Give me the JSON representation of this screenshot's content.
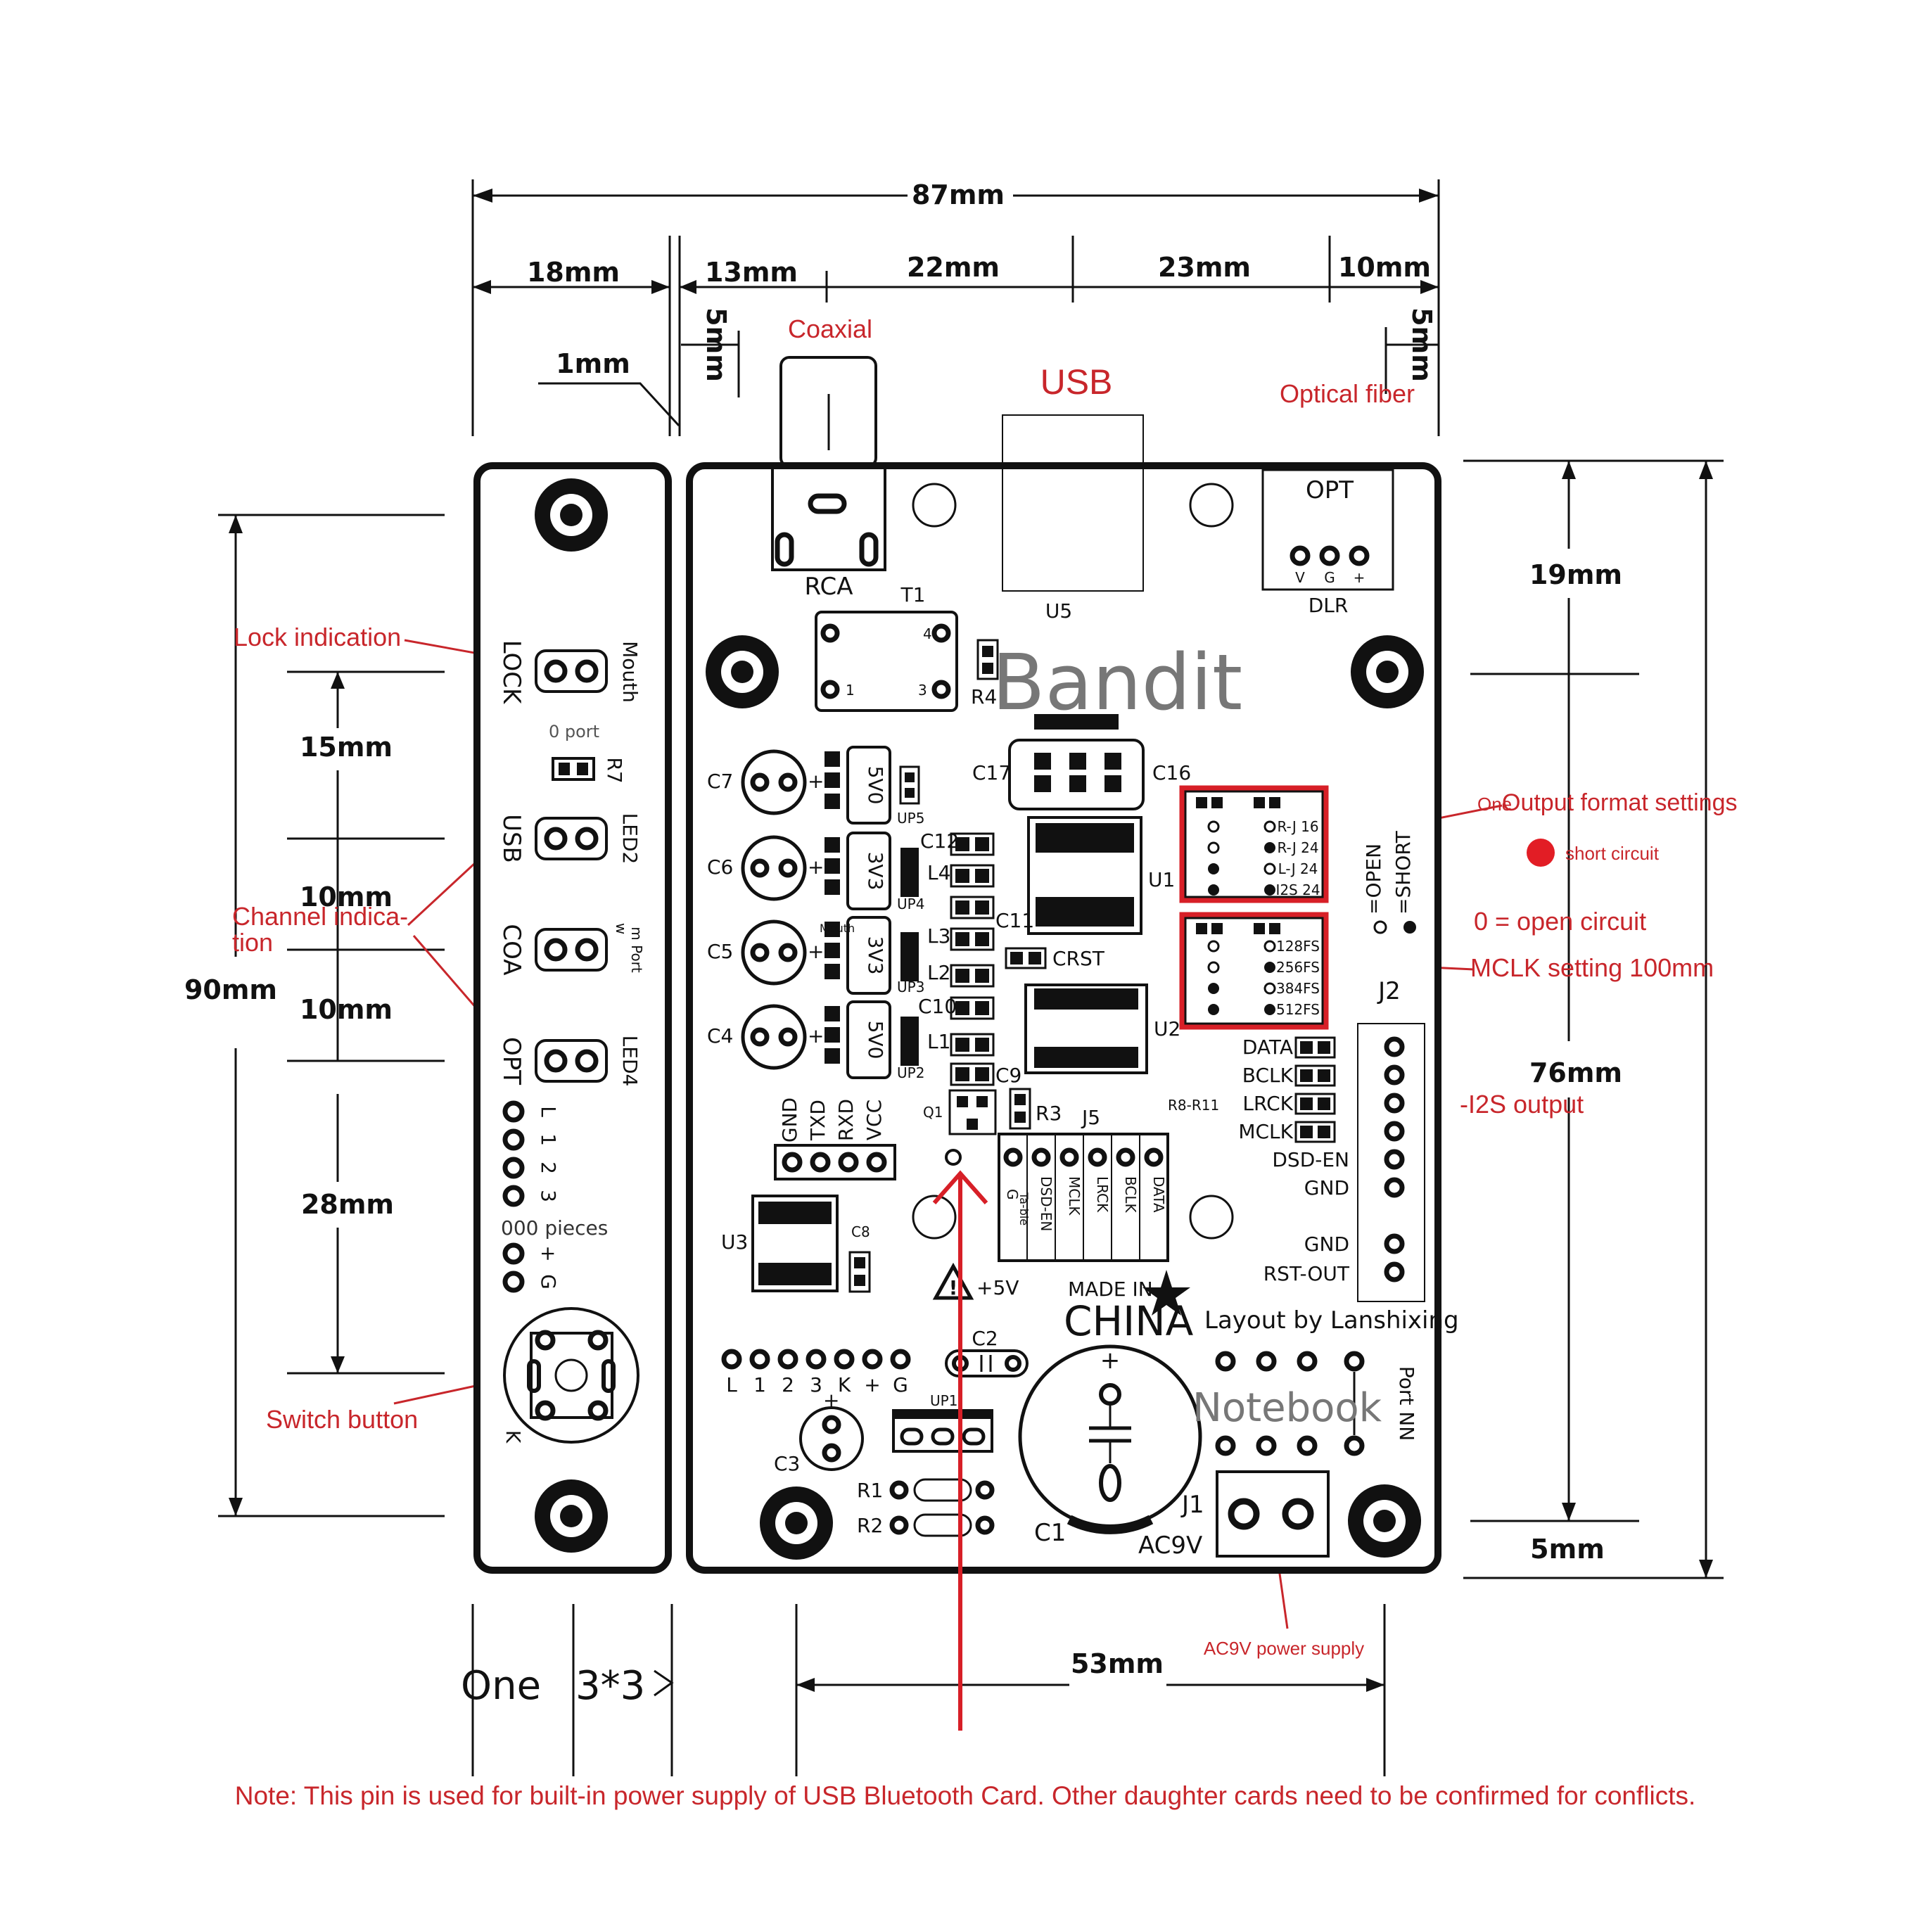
{
  "dimensions": {
    "total_width": "87mm",
    "seg_18": "18mm",
    "seg_13": "13mm",
    "seg_22": "22mm",
    "seg_23": "23mm",
    "seg_10": "10mm",
    "gap_5_left": "5mm",
    "gap_5_right": "5mm",
    "gap_1": "1mm",
    "height_90": "90mm",
    "left_15": "15mm",
    "left_10a": "10mm",
    "left_10b": "10mm",
    "left_28": "28mm",
    "right_19": "19mm",
    "right_76": "76mm",
    "right_5": "5mm",
    "bottom_53": "53mm"
  },
  "annotations": {
    "coaxial": "Coaxial",
    "usb": "USB",
    "optical": "Optical fiber",
    "lock_indication": "Lock indication",
    "channel_indication_1": "Channel indica-",
    "channel_indication_2": "tion",
    "switch_button": "Switch button",
    "output_format_prefix": "One",
    "output_format": "Output format settings",
    "short_circuit": "short circuit",
    "open_circuit": "0 = open circuit",
    "mclk_setting": "MCLK setting 100mm",
    "i2s_output": "-I2S output",
    "ac9v_supply": "AC9V power supply",
    "note": "Note: This pin is used for built-in power supply of USB Bluetooth Card. Other daughter cards need to be confirmed for conflicts."
  },
  "watermarks": {
    "bandit": "Bandit",
    "notebook": "Notebook",
    "one": "One",
    "three_by_three": "3*3"
  },
  "left_board": {
    "lock": "LOCK",
    "mouth": "Mouth",
    "zero_port": "0 port",
    "r7": "R7",
    "usb": "USB",
    "led2": "LED2",
    "coa": "COA",
    "m_port": "m Port",
    "w": "w",
    "opt": "OPT",
    "led4": "LED4",
    "l": "L",
    "one": "1",
    "two": "2",
    "three": "3",
    "pieces": "000 pieces",
    "plus": "+",
    "g": "G",
    "k": "K"
  },
  "main_board": {
    "rca": "RCA",
    "t1": "T1",
    "pin4": "4",
    "pin1": "1",
    "pin3": "3",
    "r4": "R4",
    "u5": "U5",
    "opt": "OPT",
    "v": "V",
    "g": "G",
    "plus": "+",
    "dlr": "DLR",
    "c7": "C7",
    "c6": "C6",
    "c5": "C5",
    "c4": "C4",
    "v5_1": "5V0",
    "v3_1": "3V3",
    "v3_2": "3V3",
    "v5_2": "5V0",
    "up5": "UP5",
    "up4": "UP4",
    "up3": "UP3",
    "up2": "UP2",
    "up1": "UP1",
    "mouth": "Mouth",
    "c17": "C17",
    "c16": "C16",
    "c12": "C12",
    "l4": "L4",
    "c11": "C11",
    "l3": "L3",
    "l2": "L2",
    "c10": "C10",
    "l1": "L1",
    "c9": "C9",
    "crst": "CRST",
    "u1": "U1",
    "u2": "U2",
    "q1": "Q1",
    "r3": "R3",
    "j5": "J5",
    "gnd": "GND",
    "txd": "TXD",
    "rxd": "RXD",
    "vcc": "VCC",
    "u3": "U3",
    "c8": "C8",
    "plus5v": "+5V",
    "j5_g": "G",
    "j5_table": "Ta-ble",
    "j5_dsd": "DSD-EN",
    "j5_mclk": "MCLK",
    "j5_lrck": "LRCK",
    "j5_bclk": "BCLK",
    "j5_data": "DATA",
    "made_in": "MADE IN",
    "china": "CHINA",
    "layout_by": "Layout by Lanshixing",
    "c2": "C2",
    "c3": "C3",
    "r1": "R1",
    "r2": "R2",
    "c1": "C1",
    "j1": "J1",
    "ac9v": "AC9V",
    "port_nn": "Port NN",
    "data": "DATA",
    "bclk": "BCLK",
    "lrck": "LRCK",
    "mclk": "MCLK",
    "r8r11": "R8-R11",
    "dsd_en": "DSD-EN",
    "gnd1": "GND",
    "gnd2": "GND",
    "rst_out": "RST-OUT",
    "j2": "J2",
    "open": "=OPEN",
    "short": "=SHORT",
    "bot_l": "L",
    "bot_1": "1",
    "bot_2": "2",
    "bot_3": "3",
    "bot_k": "K",
    "bot_plus": "+",
    "bot_g": "G"
  },
  "format_table": [
    "R-J 16",
    "R-J 24",
    "L-J 24",
    "I2S 24"
  ],
  "mclk_table": [
    "128FS",
    "256FS",
    "384FS",
    "512FS"
  ]
}
